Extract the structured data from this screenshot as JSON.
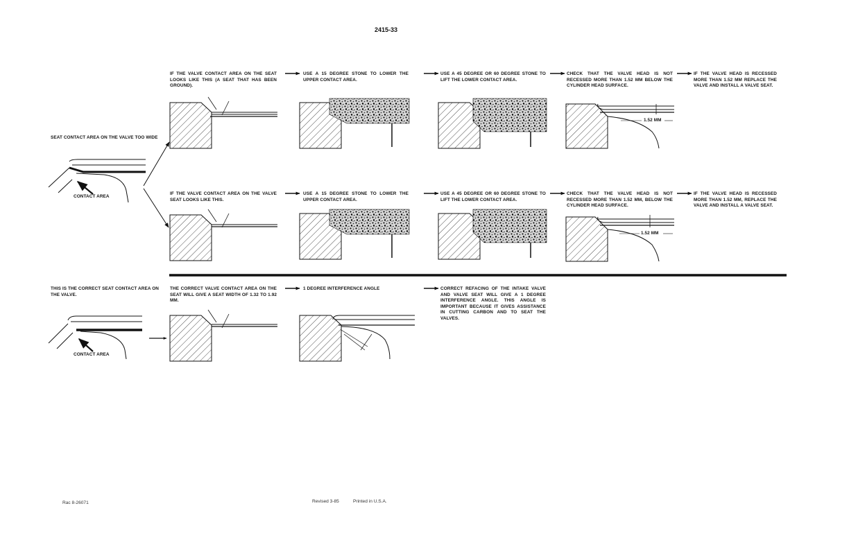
{
  "page": {
    "number": "2415-33"
  },
  "left": {
    "wide_title": "SEAT CONTACT AREA ON THE VALVE TOO WIDE",
    "contact_label": "CONTACT AREA",
    "correct_title": "THIS IS THE CORRECT SEAT CONTACT AREA ON THE VALVE.",
    "correct_contact_label": "CONTACT AREA"
  },
  "row1": {
    "step1": "IF THE VALVE CONTACT AREA ON THE SEAT LOOKS LIKE THIS (A SEAT THAT HAS BEEN GROUND).",
    "step2": "USE A 15 DEGREE STONE TO LOWER THE UPPER CONTACT AREA.",
    "step3": "USE A 45 DEGREE OR 60 DEGREE STONE TO LIFT THE LOWER CONTACT AREA.",
    "step4": "CHECK THAT THE VALVE HEAD IS NOT RECESSED MORE THAN 1.52 mm BELOW THE CYLINDER HEAD SURFACE.",
    "step5": "IF THE VALVE HEAD IS RECESSED MORE THAN 1.52 mm REPLACE THE VALVE AND INSTALL A VALVE SEAT.",
    "dimension": "1.52 mm"
  },
  "row2": {
    "step1": "IF THE VALVE CONTACT AREA ON THE VALVE SEAT LOOKS LIKE THIS.",
    "step2": "USE A 15 DEGREE STONE TO LOWER THE UPPER CONTACT AREA.",
    "step3": "USE A 45 DEGREE OR 60 DEGREE STONE TO LIFT THE LOWER CONTACT AREA.",
    "step4": "CHECK THAT THE VALVE HEAD IS NOT RECESSED MORE THAN 1.52 mm, BELOW THE CYLINDER HEAD SURFACE.",
    "step5": "IF THE VALVE HEAD IS RECESSED MORE THAN 1.52 mm, REPLACE THE VALVE AND INSTALL A VALVE SEAT.",
    "dimension": "1.52 mm"
  },
  "row3": {
    "step1": "THE CORRECT VALVE CONTACT AREA ON THE SEAT WILL GIVE A SEAT WIDTH OF 1.32 TO 1.92 mm.",
    "step2": "1 DEGREE INTERFERENCE ANGLE",
    "step3": "CORRECT REFACING OF THE INTAKE VALVE AND VALVE SEAT WILL GIVE A 1 DEGREE INTERFERENCE ANGLE. THIS ANGLE IS IMPORTANT BECAUSE IT GIVES ASSISTANCE IN CUTTING CARBON AND TO SEAT THE VALVES."
  },
  "footer": {
    "ref": "Rac 8-26071",
    "revised": "Revised 3-85",
    "printed": "Printed in U.S.A."
  }
}
